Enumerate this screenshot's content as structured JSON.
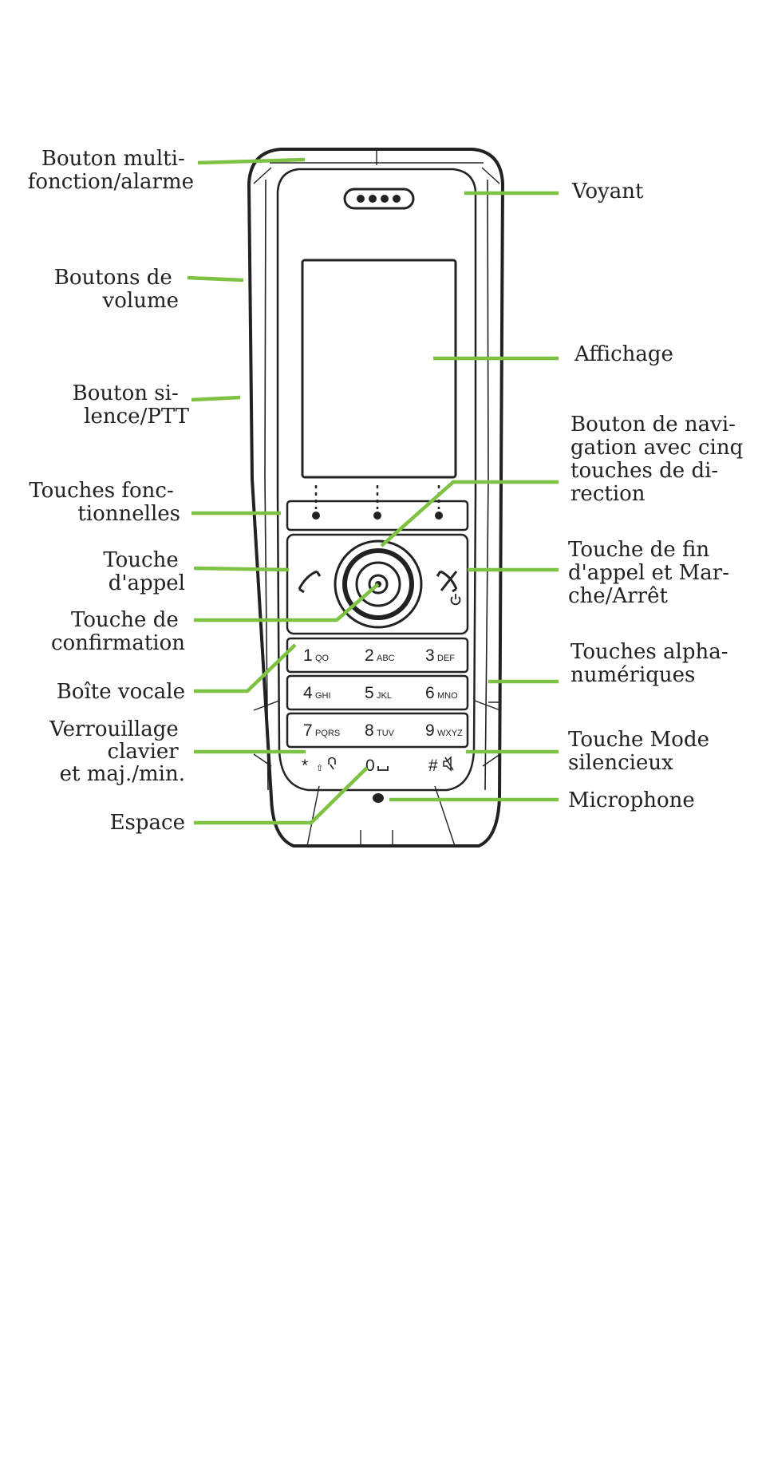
{
  "labels": {
    "multifunction_button": [
      "Bouton multi-",
      "fonction/alarme"
    ],
    "volume_buttons": [
      "Boutons de",
      "volume"
    ],
    "mute_ptt_button": [
      "Bouton si-",
      "lence/PTT"
    ],
    "soft_keys": [
      "Touches fonc-",
      "tionnelles"
    ],
    "call_key": [
      "Touche",
      "d'appel"
    ],
    "confirm_key": [
      "Touche de",
      "confirmation"
    ],
    "voicemail": [
      "Boîte vocale"
    ],
    "keypad_lock": [
      "Verrouillage",
      "clavier",
      "et maj./min."
    ],
    "space": [
      "Espace"
    ],
    "led": [
      "Voyant"
    ],
    "display": [
      "Affichage"
    ],
    "navigation_button": [
      "Bouton de navi-",
      "gation avec cinq",
      "touches de di-",
      "rection"
    ],
    "end_call_key": [
      "Touche de fin",
      "d'appel et Mar-",
      "che/Arrêt"
    ],
    "alphanumeric_keys": [
      "Touches alpha-",
      "numériques"
    ],
    "silent_mode_key": [
      "Touche Mode",
      "silencieux"
    ],
    "microphone": [
      "Microphone"
    ]
  },
  "keypad": {
    "rows": [
      [
        {
          "digit": "1",
          "letters": "QO"
        },
        {
          "digit": "2",
          "letters": "ABC"
        },
        {
          "digit": "3",
          "letters": "DEF"
        }
      ],
      [
        {
          "digit": "4",
          "letters": "GHI"
        },
        {
          "digit": "5",
          "letters": "JKL"
        },
        {
          "digit": "6",
          "letters": "MNO"
        }
      ],
      [
        {
          "digit": "7",
          "letters": "PQRS"
        },
        {
          "digit": "8",
          "letters": "TUV"
        },
        {
          "digit": "9",
          "letters": "WXYZ"
        }
      ]
    ],
    "bottom_row": [
      {
        "digit": "*",
        "letters": "⇧"
      },
      {
        "digit": "0",
        "letters": "␣"
      },
      {
        "digit": "#",
        "letters": ""
      }
    ]
  },
  "colors": {
    "leader": "#7dc242",
    "outline": "#222222"
  },
  "icons": [
    "call-icon",
    "end-call-icon",
    "power-icon",
    "confirm-icon",
    "mute-icon",
    "key-lock-icon",
    "space-icon"
  ]
}
